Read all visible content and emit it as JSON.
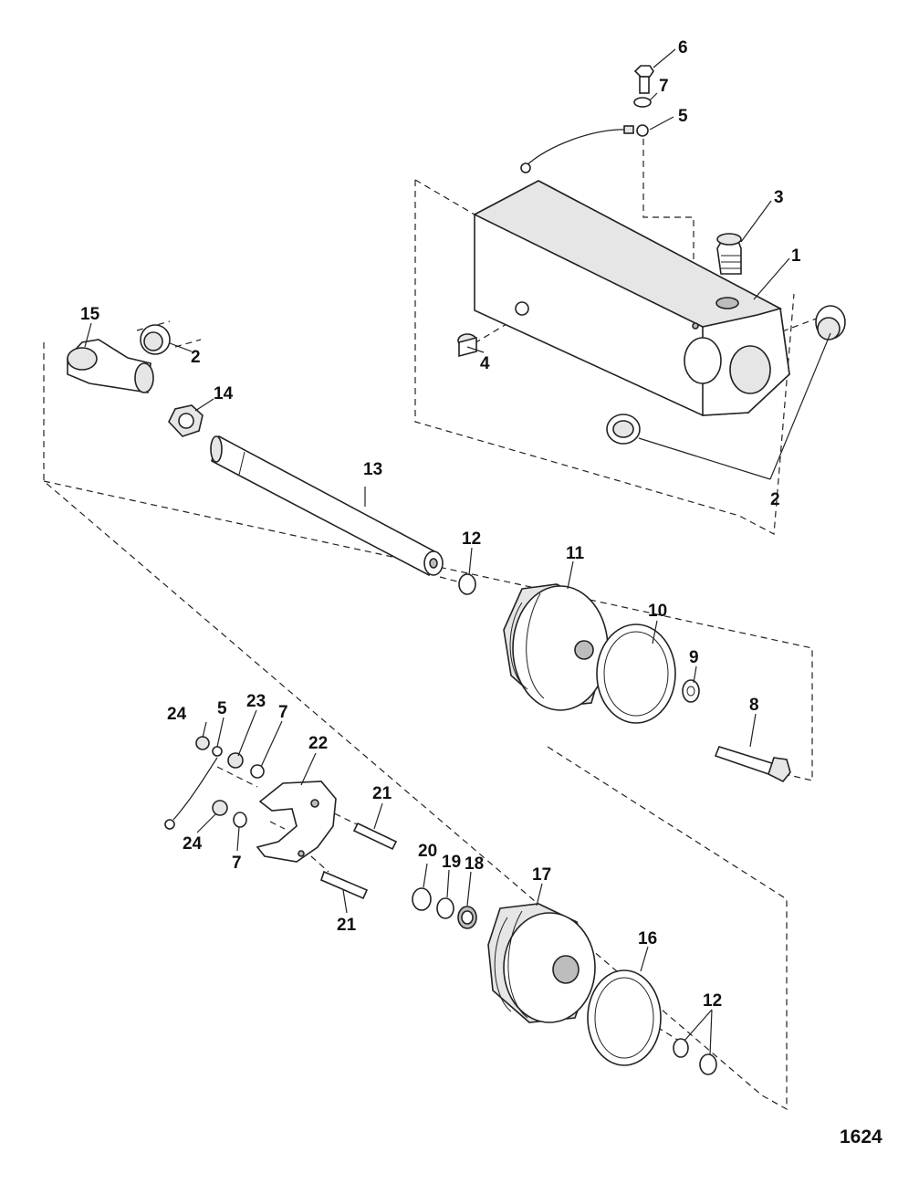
{
  "diagram": {
    "figure_number": "1624",
    "callouts": {
      "c1": "1",
      "c2a": "2",
      "c2b": "2",
      "c3": "3",
      "c4": "4",
      "c5a": "5",
      "c5b": "5",
      "c6": "6",
      "c7a": "7",
      "c7b": "7",
      "c7c": "7",
      "c8": "8",
      "c9": "9",
      "c10": "10",
      "c11": "11",
      "c12a": "12",
      "c12b": "12",
      "c13": "13",
      "c14": "14",
      "c15": "15",
      "c16": "16",
      "c17": "17",
      "c18": "18",
      "c19": "19",
      "c20": "20",
      "c21a": "21",
      "c21b": "21",
      "c22": "22",
      "c23": "23",
      "c24a": "24",
      "c24b": "24"
    }
  }
}
